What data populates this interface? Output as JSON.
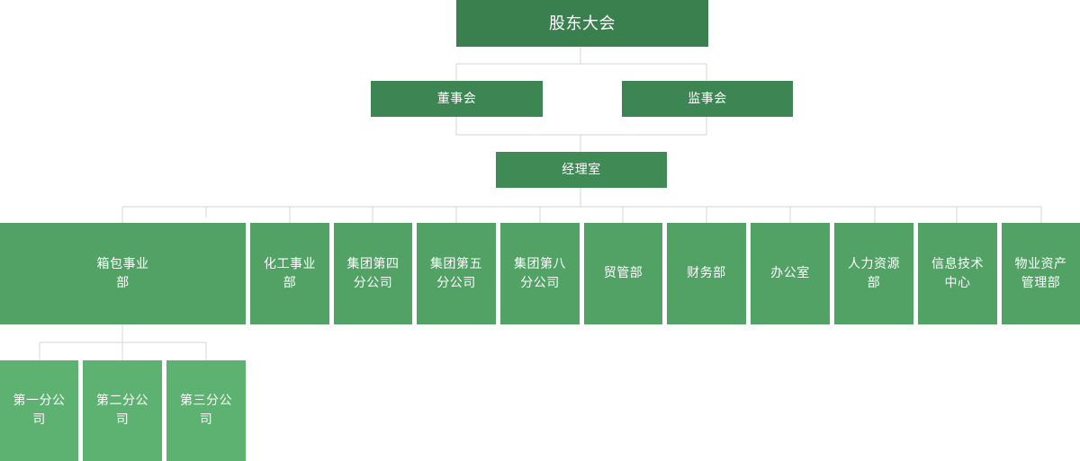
{
  "org": {
    "shareholders": "股东大会",
    "board": "董事会",
    "supervisors": "监事会",
    "manager": "经理室",
    "departments": [
      "箱包事业\n部",
      "化工事业\n部",
      "集团第四\n分公司",
      "集团第五\n分公司",
      "集团第八\n分公司",
      "贸管部",
      "财务部",
      "办公室",
      "人力资源\n部",
      "信息技术\n中心",
      "物业资产\n管理部"
    ],
    "sub_branches": [
      "第一分公\n司",
      "第二分公\n司",
      "第三分公\n司"
    ]
  },
  "colors": {
    "level0": "#3a7f4e",
    "level1": "#3d8552",
    "level2": "#3f8a55",
    "level3": "#52a165",
    "level4": "#5db271",
    "connector": "#d6d6d6"
  }
}
